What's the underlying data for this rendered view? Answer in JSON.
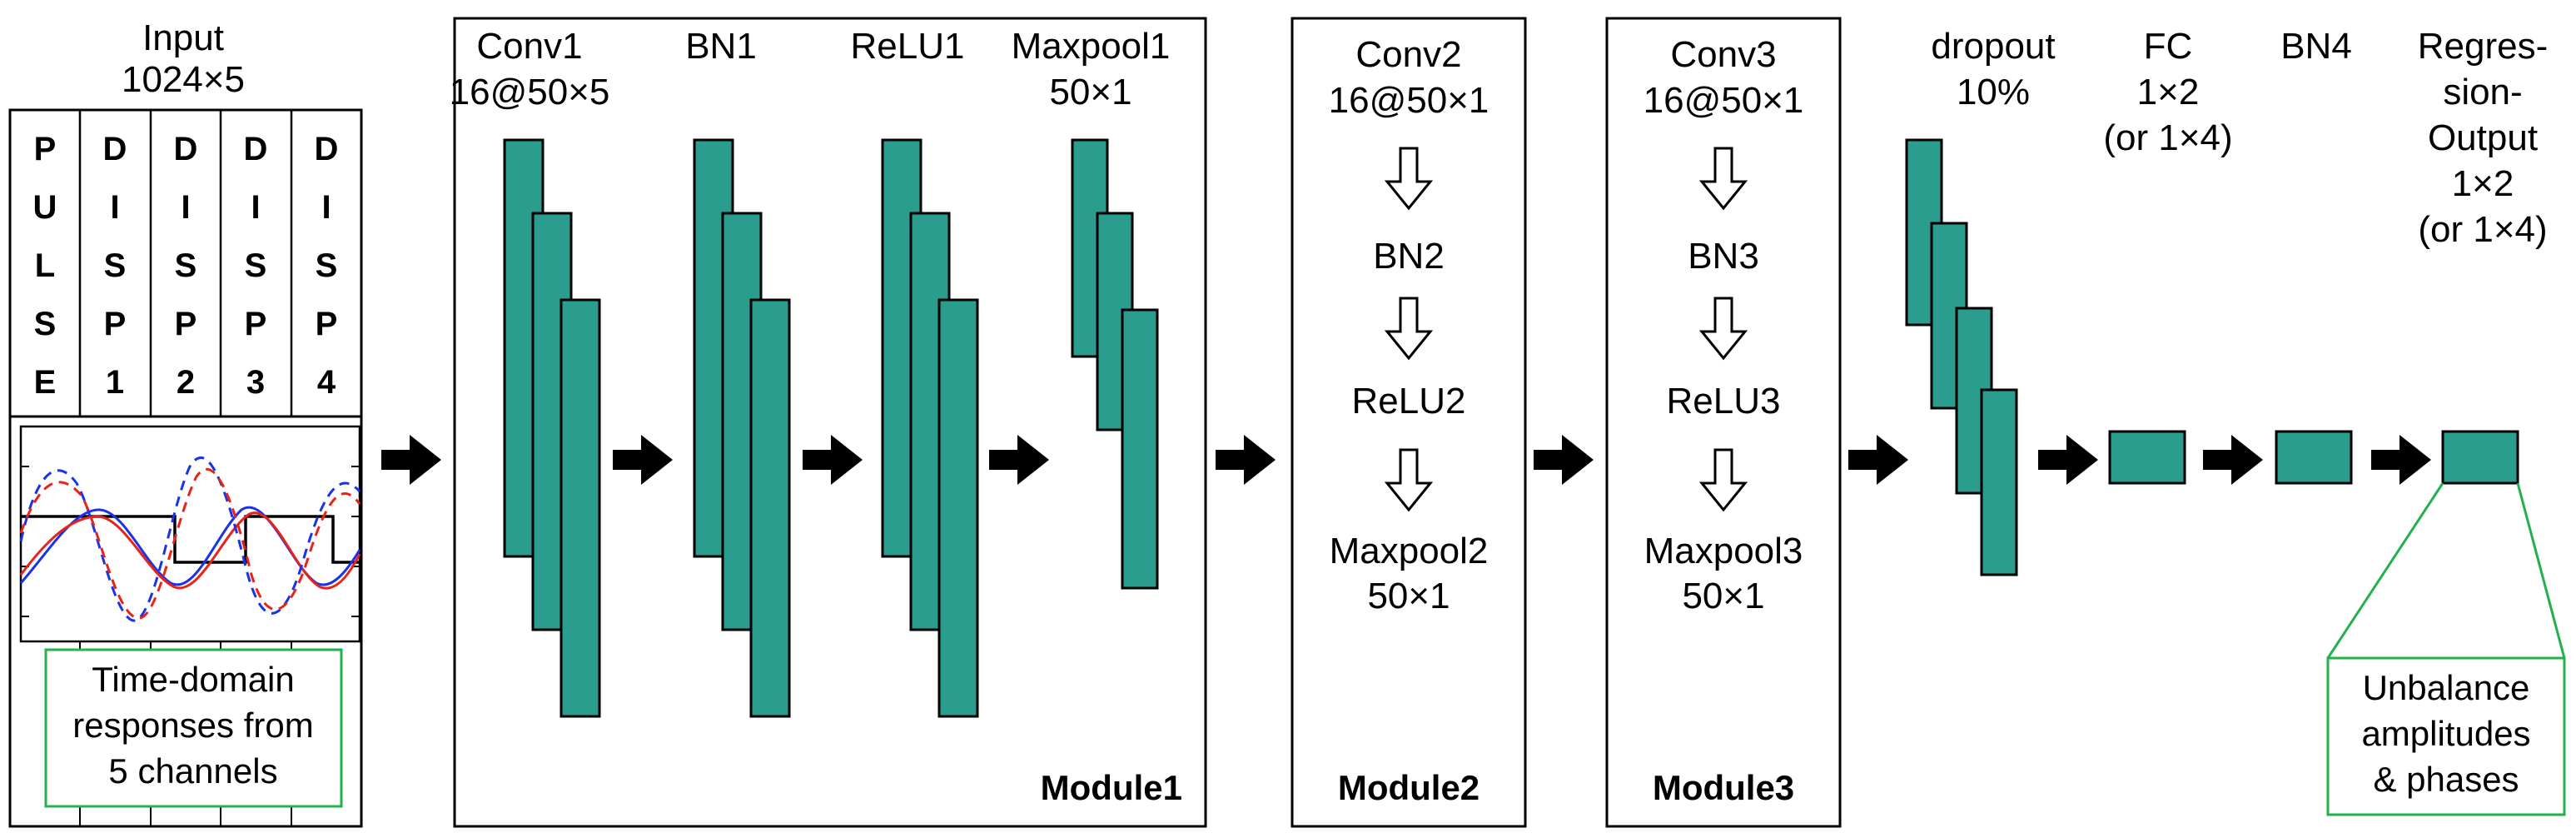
{
  "input": {
    "title": "Input",
    "size": "1024×5",
    "channels": [
      [
        "P",
        "U",
        "L",
        "S",
        "E"
      ],
      [
        "D",
        "I",
        "S",
        "P",
        "1"
      ],
      [
        "D",
        "I",
        "S",
        "P",
        "2"
      ],
      [
        "D",
        "I",
        "S",
        "P",
        "3"
      ],
      [
        "D",
        "I",
        "S",
        "P",
        "4"
      ]
    ],
    "note": [
      "Time-domain",
      "responses from",
      "5 channels"
    ]
  },
  "module1": {
    "name": "Module1",
    "layers": [
      {
        "name": "Conv1",
        "size": "16@50×5"
      },
      {
        "name": "BN1",
        "size": ""
      },
      {
        "name": "ReLU1",
        "size": ""
      },
      {
        "name": "Maxpool1",
        "size": "50×1"
      }
    ]
  },
  "module2": {
    "name": "Module2",
    "steps": [
      {
        "name": "Conv2",
        "size": "16@50×1"
      },
      {
        "name": "BN2",
        "size": ""
      },
      {
        "name": "ReLU2",
        "size": ""
      },
      {
        "name": "Maxpool2",
        "size": "50×1"
      }
    ]
  },
  "module3": {
    "name": "Module3",
    "steps": [
      {
        "name": "Conv3",
        "size": "16@50×1"
      },
      {
        "name": "BN3",
        "size": ""
      },
      {
        "name": "ReLU3",
        "size": ""
      },
      {
        "name": "Maxpool3",
        "size": "50×1"
      }
    ]
  },
  "tail": {
    "dropout": {
      "name": "dropout",
      "rate": "10%"
    },
    "fc": {
      "name": "FC",
      "size": "1×2",
      "alt": "(or 1×4)"
    },
    "bn4": {
      "name": "BN4"
    },
    "output": {
      "name1": "Regres-",
      "name2": "sion-",
      "name3": "Output",
      "size": "1×2",
      "alt": "(or 1×4)"
    },
    "note": [
      "Unbalance",
      "amplitudes",
      "& phases"
    ]
  },
  "colors": {
    "block": "#2a9d8f",
    "note_border": "#22b14c",
    "wave_red": "#e8231a",
    "wave_blue": "#1a32e8",
    "line": "#000000"
  }
}
